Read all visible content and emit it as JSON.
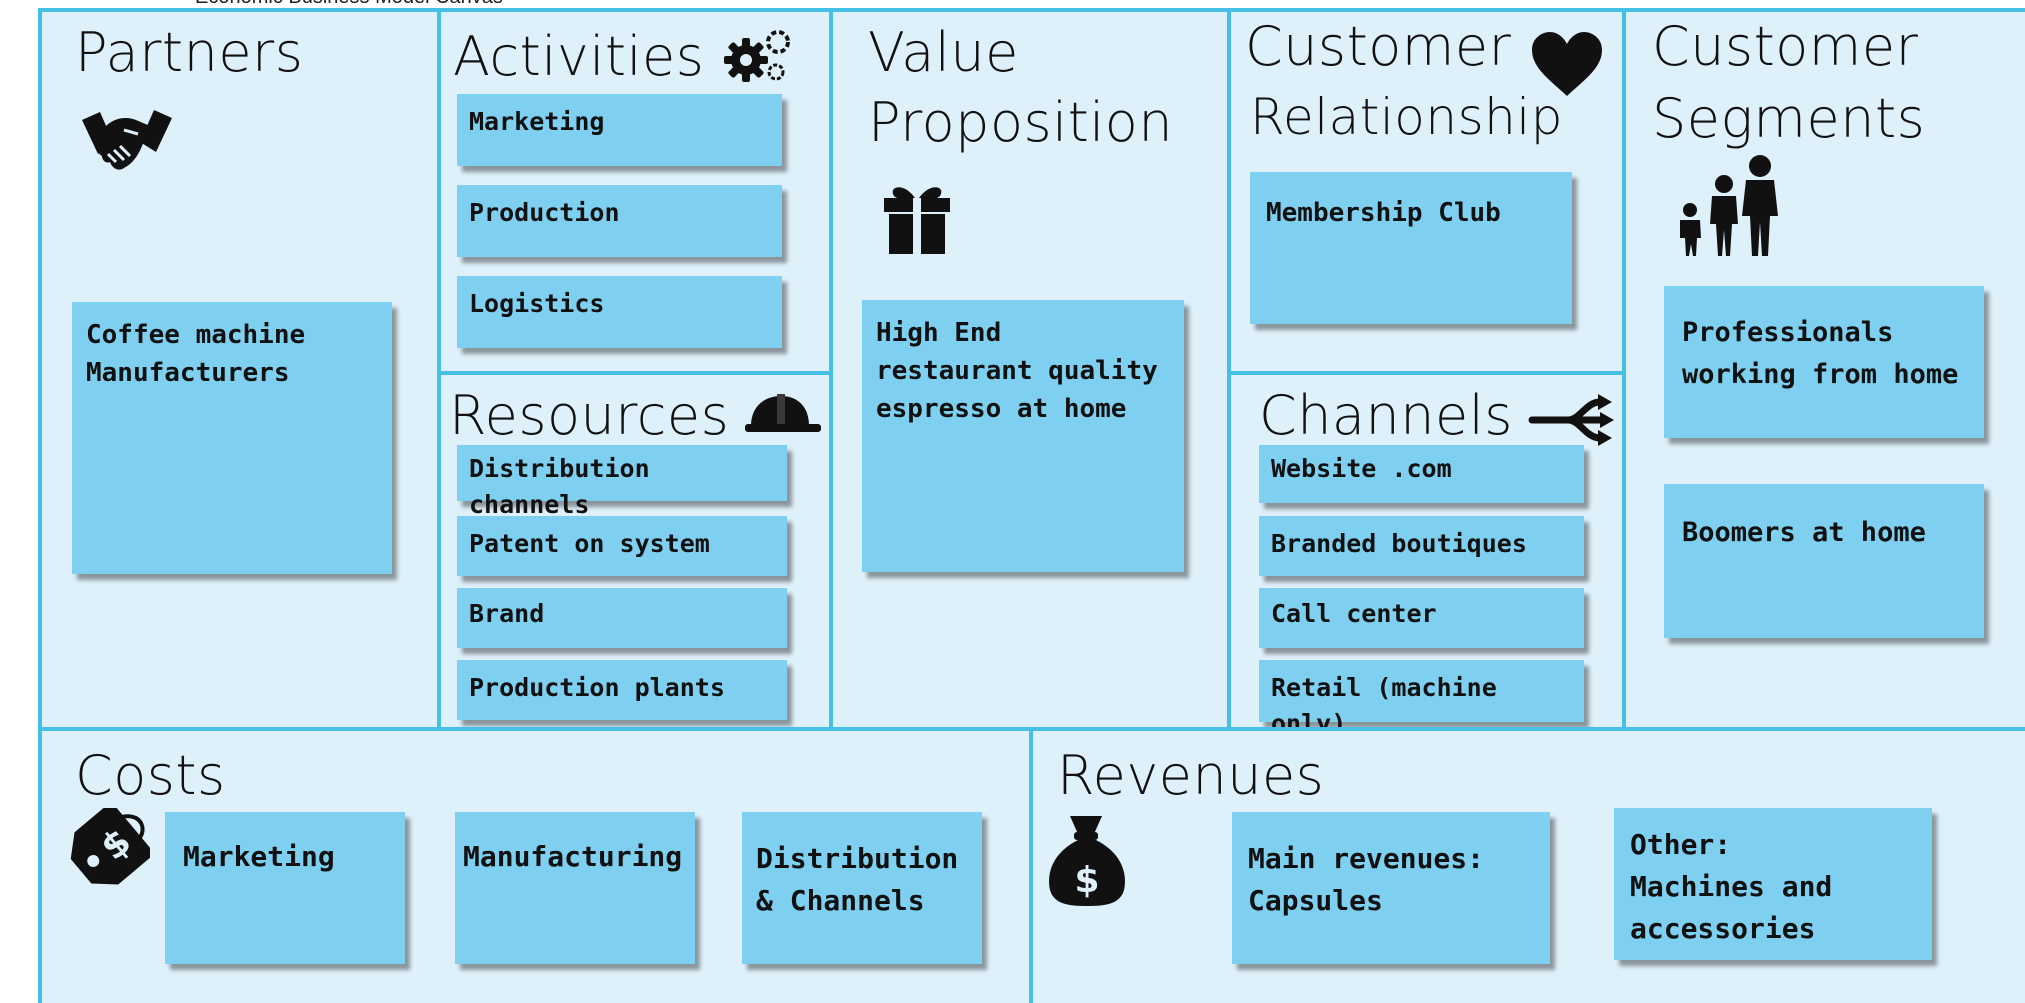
{
  "canvas_title": "Economic Business Model Canvas",
  "partners": {
    "title": "Partners",
    "icon": "handshake-icon",
    "notes": [
      "Coffee machine\nManufacturers"
    ]
  },
  "activities": {
    "title": "Activities",
    "icon": "gears-icon",
    "notes": [
      "Marketing",
      "Production",
      "Logistics"
    ]
  },
  "resources": {
    "title": "Resources",
    "icon": "hard-hat-icon",
    "notes": [
      "Distribution channels",
      "Patent on system",
      "Brand",
      "Production plants"
    ]
  },
  "value_proposition": {
    "title_line1": "Value",
    "title_line2": "Proposition",
    "icon": "gift-icon",
    "notes": [
      "High End\nrestaurant quality\nespresso at home"
    ]
  },
  "customer_relationship": {
    "title_line1": "Customer",
    "title_line2": "Relationship",
    "icon": "heart-icon",
    "notes": [
      "Membership Club"
    ]
  },
  "channels": {
    "title": "Channels",
    "icon": "branching-arrows-icon",
    "notes": [
      "Website .com",
      "Branded boutiques",
      "Call center",
      "Retail (machine only)"
    ]
  },
  "customer_segments": {
    "title_line1": "Customer",
    "title_line2": "Segments",
    "icon": "family-icon",
    "notes": [
      "Professionals\nworking from home",
      "Boomers at home"
    ]
  },
  "costs": {
    "title": "Costs",
    "icon": "price-tag-icon",
    "notes": [
      "Marketing",
      "Manufacturing",
      "Distribution\n& Channels"
    ]
  },
  "revenues": {
    "title": "Revenues",
    "icon": "money-bag-icon",
    "notes": [
      "Main revenues:\nCapsules",
      "Other:\nMachines and\naccessories"
    ]
  },
  "colors": {
    "cell_background": "#def0fa",
    "cell_border": "#45bfe6",
    "sticky_note": "#7fd0f0"
  }
}
